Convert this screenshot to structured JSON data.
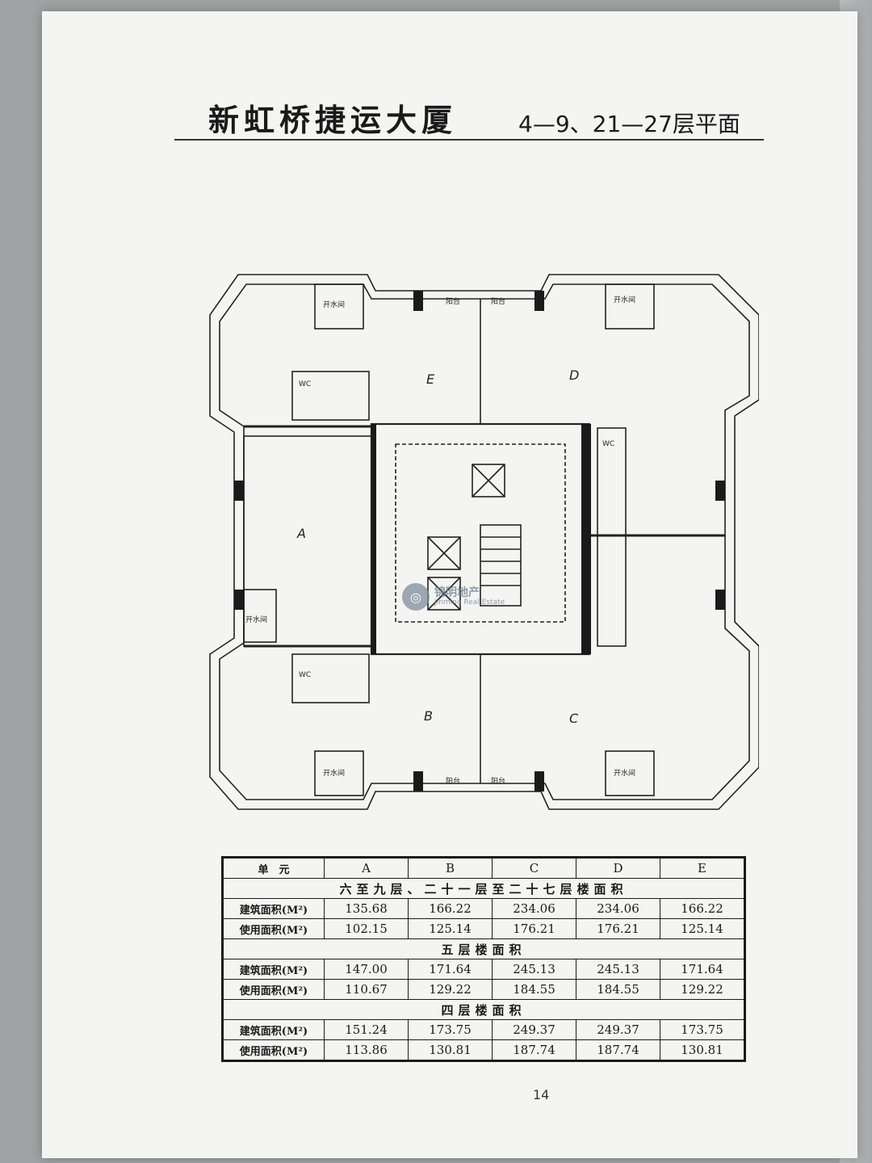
{
  "header": {
    "title": "新虹桥捷运大厦",
    "subtitle": "4—9、21—27层平面"
  },
  "plan": {
    "unit_labels": [
      "A",
      "B",
      "C",
      "D",
      "E"
    ],
    "balcony_label": "阳台",
    "water_room_label": "开水间",
    "wc_label": "WC"
  },
  "watermark": {
    "cn": "锦明地产",
    "en": "Jinming Real Estate"
  },
  "table": {
    "header_label": "单　元",
    "columns": [
      "A",
      "B",
      "C",
      "D",
      "E"
    ],
    "sections": [
      {
        "title": "六至九层、二十一层至二十七层楼面积",
        "rows": [
          {
            "label": "建筑面积(M²)",
            "values": [
              "135.68",
              "166.22",
              "234.06",
              "234.06",
              "166.22"
            ]
          },
          {
            "label": "使用面积(M²)",
            "values": [
              "102.15",
              "125.14",
              "176.21",
              "176.21",
              "125.14"
            ]
          }
        ]
      },
      {
        "title": "五层楼面积",
        "rows": [
          {
            "label": "建筑面积(M²)",
            "values": [
              "147.00",
              "171.64",
              "245.13",
              "245.13",
              "171.64"
            ]
          },
          {
            "label": "使用面积(M²)",
            "values": [
              "110.67",
              "129.22",
              "184.55",
              "184.55",
              "129.22"
            ]
          }
        ]
      },
      {
        "title": "四层楼面积",
        "rows": [
          {
            "label": "建筑面积(M²)",
            "values": [
              "151.24",
              "173.75",
              "249.37",
              "249.37",
              "173.75"
            ]
          },
          {
            "label": "使用面积(M²)",
            "values": [
              "113.86",
              "130.81",
              "187.74",
              "187.74",
              "130.81"
            ]
          }
        ]
      }
    ]
  },
  "footer": {
    "page_mark": "14"
  }
}
